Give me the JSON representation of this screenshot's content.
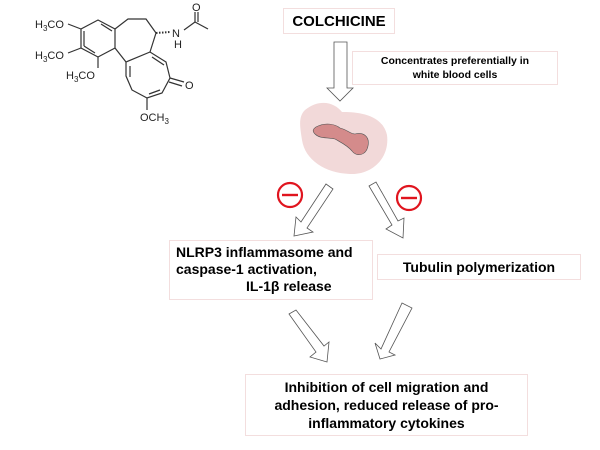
{
  "diagram": {
    "title": "COLCHICINE",
    "note": {
      "line1": "Concentrates preferentially in",
      "line2": "white blood cells"
    },
    "pathways": [
      {
        "id": "nlrp3",
        "lines": [
          "NLRP3 inflammasome and",
          "caspase-1 activation,",
          "IL-1β release"
        ],
        "inhibited": true
      },
      {
        "id": "tubulin",
        "lines": [
          "Tubulin polymerization"
        ],
        "inhibited": true
      }
    ],
    "outcome": {
      "line1": "Inhibition of cell migration and",
      "line2": "adhesion, reduced release of pro-",
      "line3": "inflammatory cytokines"
    },
    "inhibition_symbol": "minus-circle",
    "colors": {
      "inhibit_red": "#e0141e",
      "cell_fill": "#f2d9d9",
      "nucleus_fill": "#d48b8b",
      "box_border": "#f3dede"
    },
    "molecule": {
      "name": "colchicine",
      "labels": {
        "ome_top": "H3CO",
        "ome_mid": "H3CO",
        "ome_low": "H3CO",
        "nh": "N",
        "h": "H",
        "o_amide": "O",
        "o_ketone": "O",
        "och3": "OCH3"
      }
    }
  }
}
